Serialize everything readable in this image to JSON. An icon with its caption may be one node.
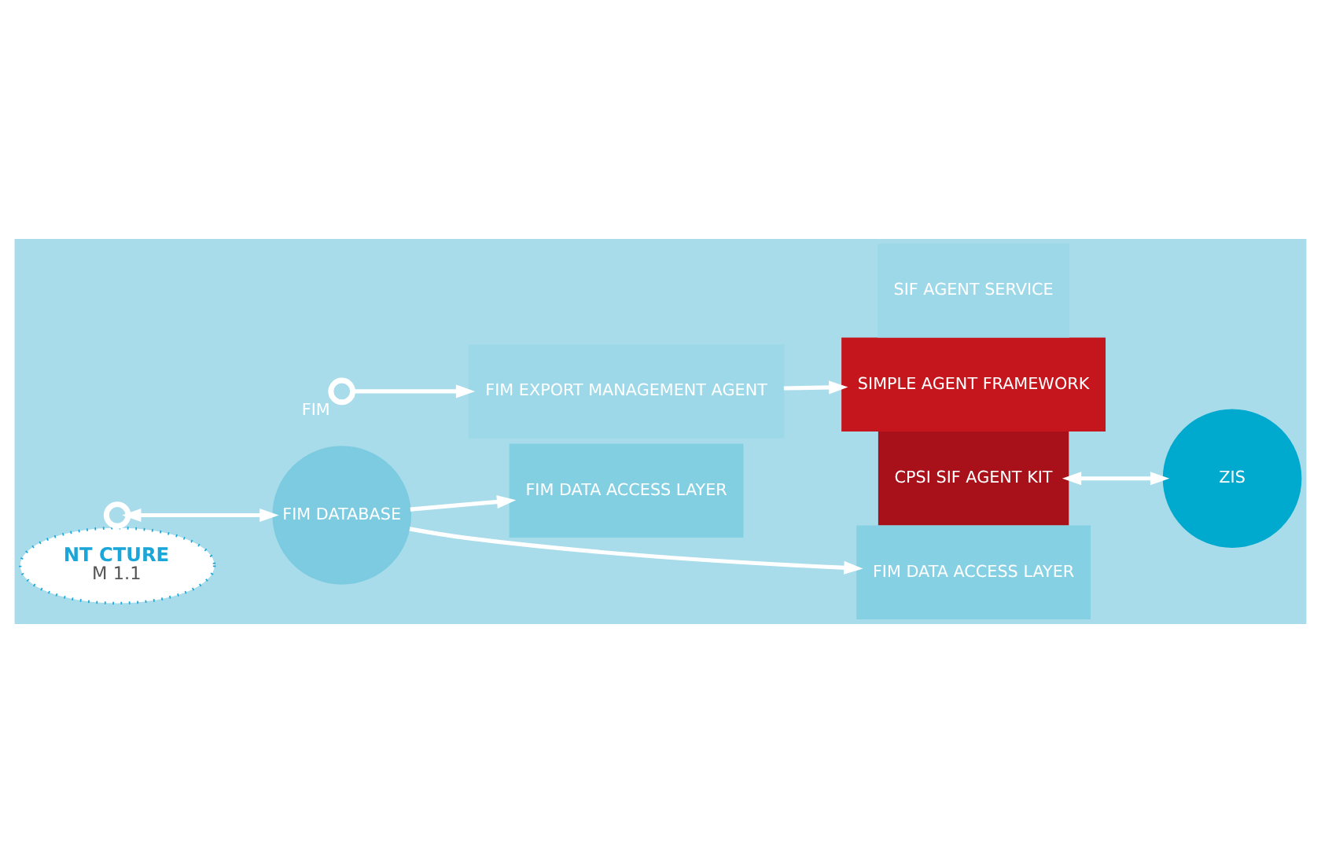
{
  "diagram": {
    "nodes": [
      {
        "text": [
          "NT CTURE",
          "M 1.1"
        ]
      },
      {
        "text": [],
        "shape": "circle",
        "beside": [
          "FIM"
        ]
      },
      {
        "text": [],
        "shape": "circle"
      },
      {
        "text": [
          "FIM EXPORT MANAGEMENT AGENT"
        ]
      },
      {
        "text": [
          "FIM DATA ACCESS LAYER"
        ]
      },
      {
        "text": [
          "SIF AGENT SERVICE"
        ]
      },
      {
        "text": [
          "SIMPLE AGENT FRAMEWORK"
        ]
      },
      {
        "text": [
          "CPSI SIF AGENT KIT"
        ]
      },
      {
        "text": [
          "FIM DATA ACCESS LAYER"
        ]
      },
      {
        "text": [
          "ZIS"
        ]
      },
      {
        "text": [
          "FIM DATABASE"
        ]
      }
    ],
    "edges": [
      {
        "from": 1,
        "to": 3,
        "arrow": "to"
      },
      {
        "from": 3,
        "to": 6,
        "arrow": "to"
      },
      {
        "from": 7,
        "to": 9,
        "arrow": "both"
      },
      {
        "from": 2,
        "to": 10,
        "arrow": "both"
      },
      {
        "from": 10,
        "to": 4,
        "arrow": "to"
      },
      {
        "from": 10,
        "to": 8,
        "arrow": "to"
      }
    ]
  }
}
